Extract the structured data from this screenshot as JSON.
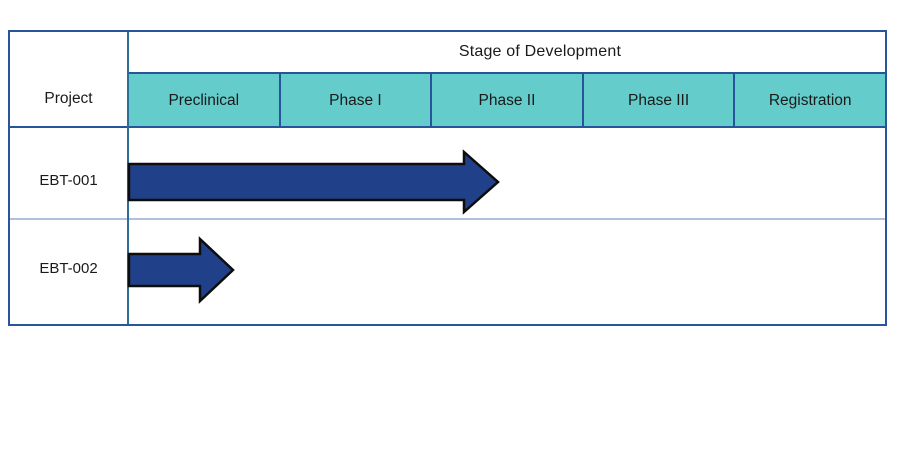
{
  "colors": {
    "background": "#FFFFFF",
    "table_border": "#2A559B",
    "header_divider": "#27549B",
    "project_column_divider": "#2C6E97",
    "light_row_divider": "#B3C0DD",
    "stage_header_fill": "#64CCCA",
    "arrow_fill": "#20418A",
    "arrow_outline": "#0D0D0D",
    "text": "#1A1A1A"
  },
  "table": {
    "corner_header": "Project",
    "group_header": "Stage of Development",
    "stages": [
      "Preclinical",
      "Phase I",
      "Phase II",
      "Phase III",
      "Registration"
    ],
    "rows": [
      {
        "project": "EBT-001",
        "arrow": {
          "x_start": 119,
          "x_body_end": 454,
          "x_tip": 488,
          "y_center": 150,
          "body_half_height": 18,
          "head_half_height": 30
        }
      },
      {
        "project": "EBT-002",
        "arrow": {
          "x_start": 119,
          "x_body_end": 190,
          "x_tip": 223,
          "y_center": 238,
          "body_half_height": 16,
          "head_half_height": 31
        }
      }
    ]
  },
  "chart_data": {
    "type": "gantt",
    "title": "Stage of Development",
    "categories": [
      "Preclinical",
      "Phase I",
      "Phase II",
      "Phase III",
      "Registration"
    ],
    "series": [
      {
        "name": "EBT-001",
        "start_stage_index": 0,
        "end_stage_index": 2.44,
        "end_stage": "Phase II",
        "description": "block arrow from start of Preclinical to about 45% through Phase II"
      },
      {
        "name": "EBT-002",
        "start_stage_index": 0,
        "end_stage_index": 0.7,
        "end_stage": "Preclinical",
        "description": "block arrow from start of Preclinical to about 70% through Preclinical"
      }
    ],
    "legend": false,
    "grid": false,
    "row_axis_label": "Project"
  }
}
